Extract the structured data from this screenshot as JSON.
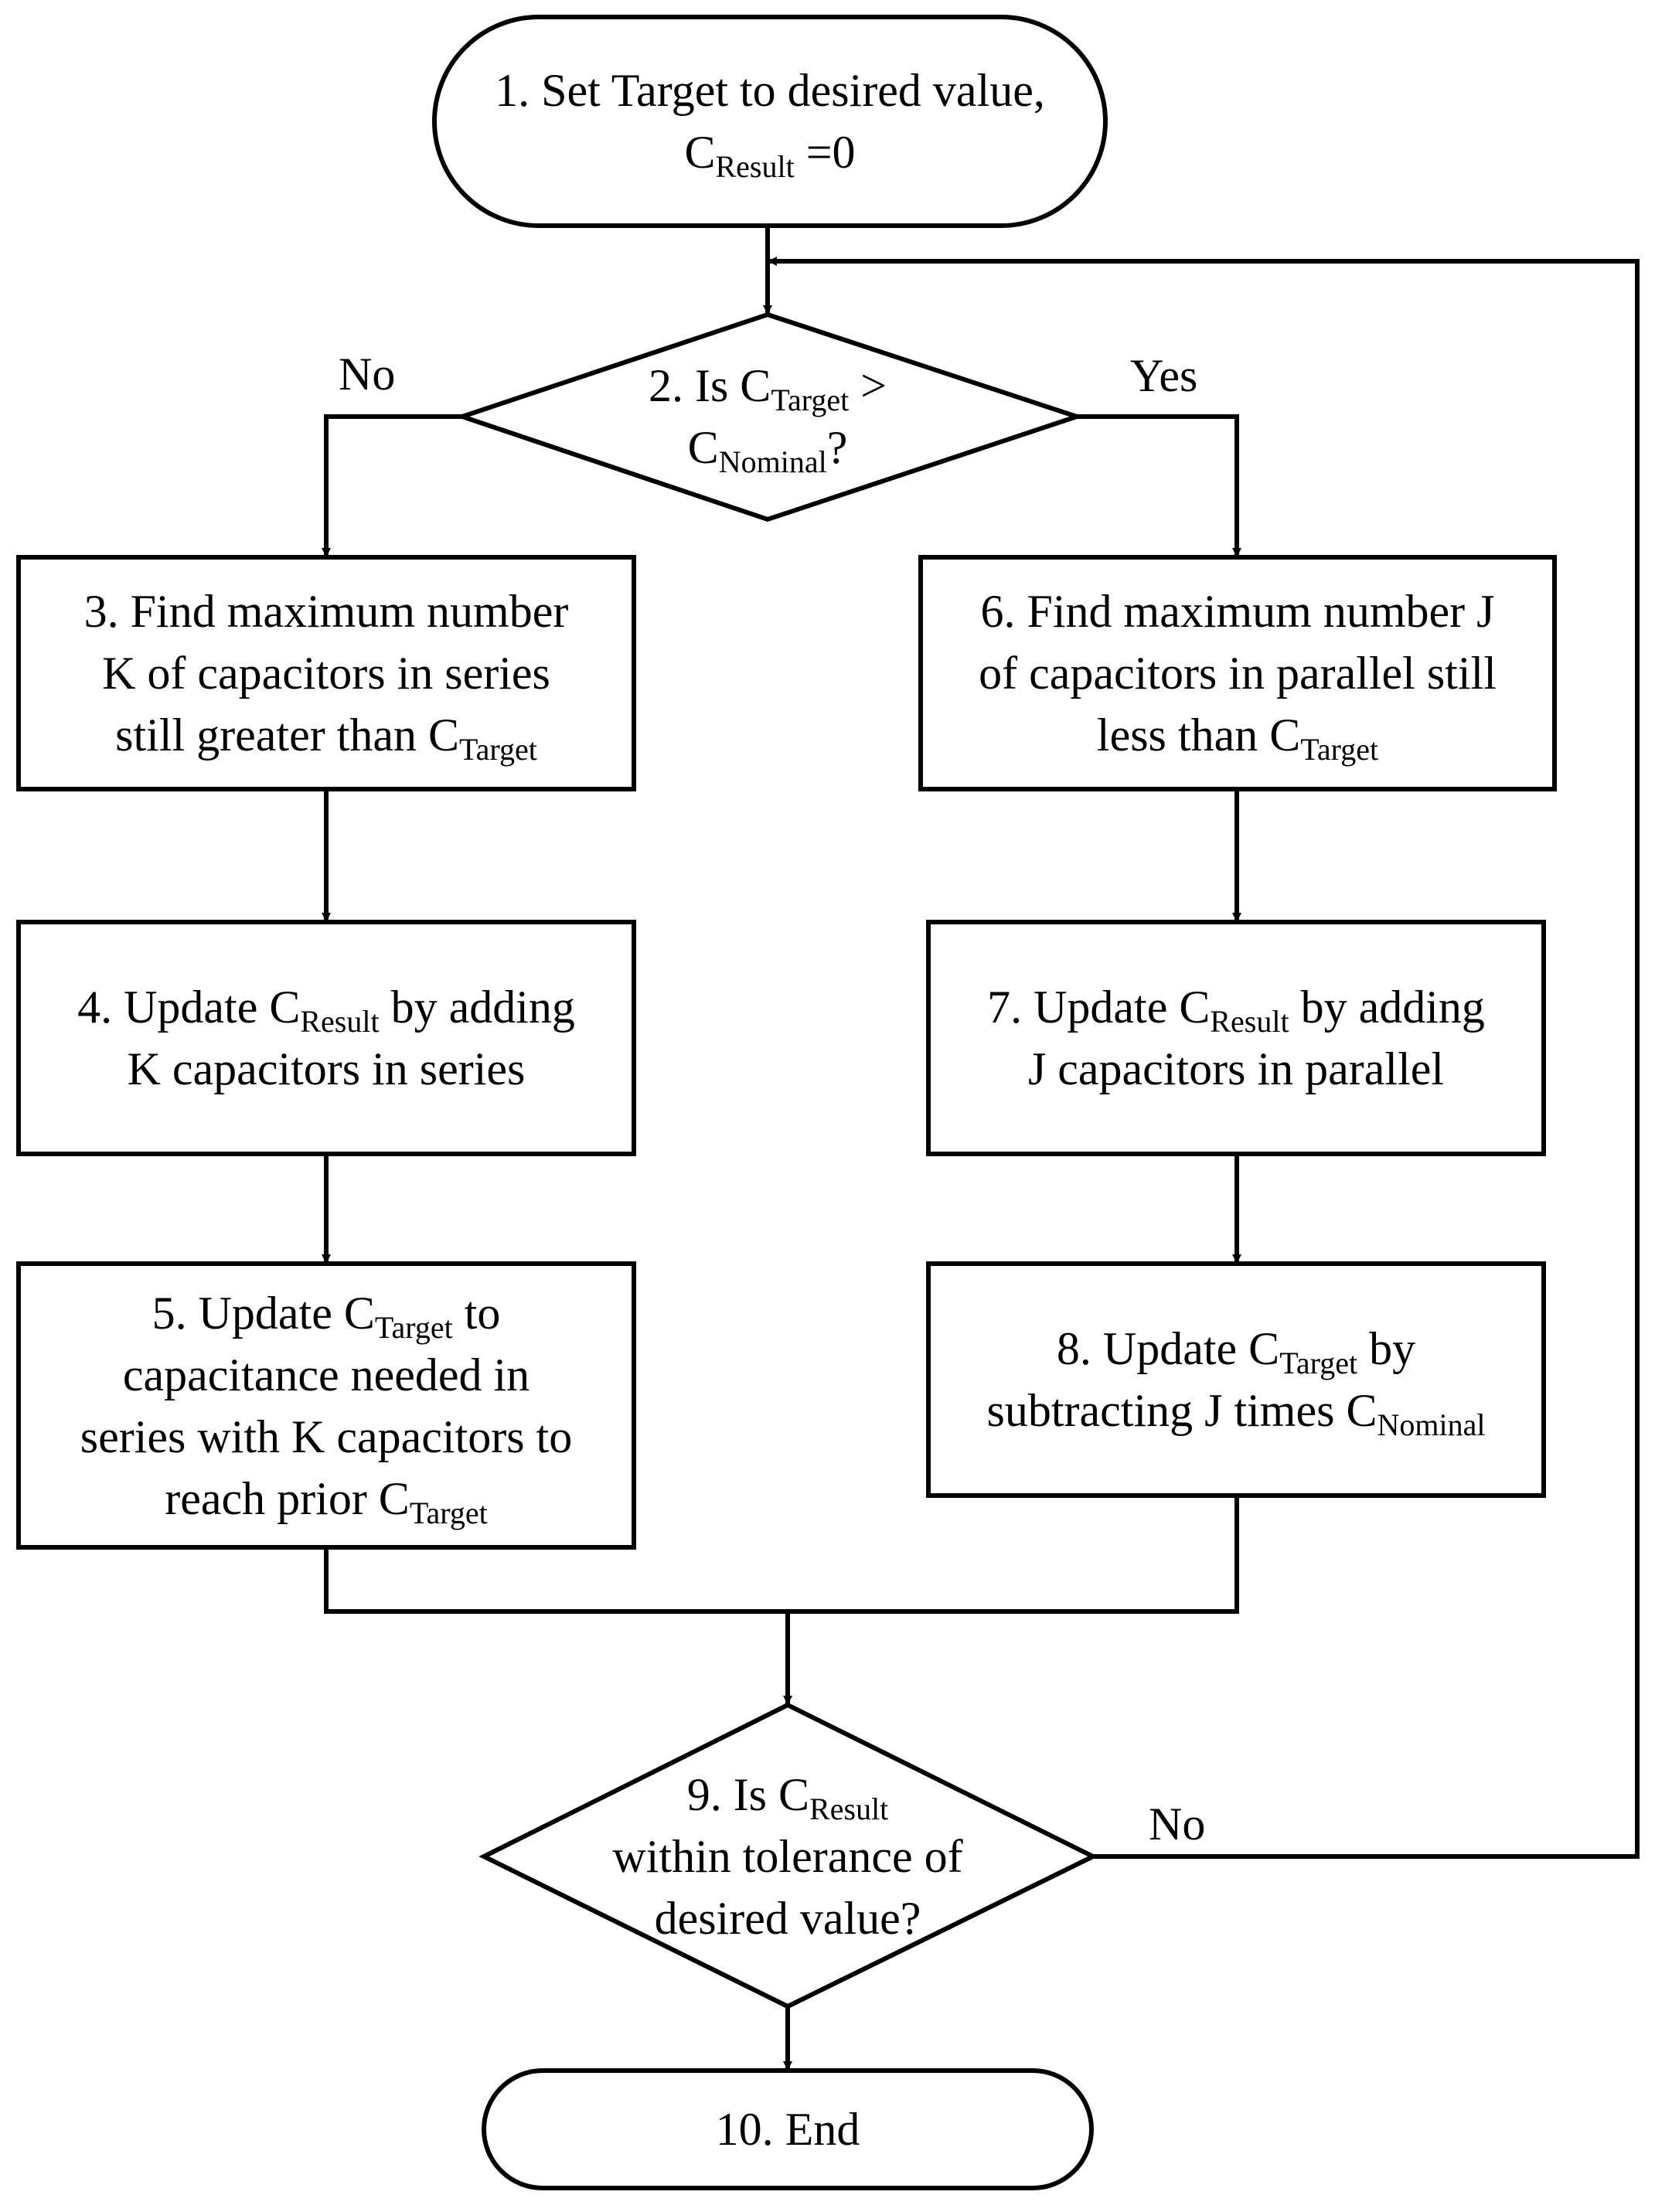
{
  "flowchart": {
    "nodes": [
      {
        "id": "n1",
        "shape": "terminal",
        "lines": [
          [
            {
              "t": "1. Set Target to desired value,"
            }
          ],
          [
            {
              "t": "C"
            },
            {
              "sub": "Result"
            },
            {
              "t": " =0"
            }
          ]
        ]
      },
      {
        "id": "n2",
        "shape": "decision",
        "lines": [
          [
            {
              "t": "2. Is C"
            },
            {
              "sub": "Target"
            },
            {
              "t": " >"
            }
          ],
          [
            {
              "t": "C"
            },
            {
              "sub": "Nominal"
            },
            {
              "t": "?"
            }
          ]
        ]
      },
      {
        "id": "n3",
        "shape": "process",
        "lines": [
          [
            {
              "t": "3. Find maximum number"
            }
          ],
          [
            {
              "t": "K of capacitors in series"
            }
          ],
          [
            {
              "t": "still greater than C"
            },
            {
              "sub": "Target"
            }
          ]
        ]
      },
      {
        "id": "n4",
        "shape": "process",
        "lines": [
          [
            {
              "t": "4. Update C"
            },
            {
              "sub": "Result"
            },
            {
              "t": " by adding"
            }
          ],
          [
            {
              "t": "K capacitors in series"
            }
          ]
        ]
      },
      {
        "id": "n5",
        "shape": "process",
        "lines": [
          [
            {
              "t": "5. Update C"
            },
            {
              "sub": "Target"
            },
            {
              "t": " to"
            }
          ],
          [
            {
              "t": "capacitance needed in"
            }
          ],
          [
            {
              "t": "series with K capacitors to"
            }
          ],
          [
            {
              "t": "reach prior C"
            },
            {
              "sub": "Target"
            }
          ]
        ]
      },
      {
        "id": "n6",
        "shape": "process",
        "lines": [
          [
            {
              "t": "6. Find maximum number J"
            }
          ],
          [
            {
              "t": "of capacitors in parallel still"
            }
          ],
          [
            {
              "t": "less than C"
            },
            {
              "sub": "Target"
            }
          ]
        ]
      },
      {
        "id": "n7",
        "shape": "process",
        "lines": [
          [
            {
              "t": "7. Update C"
            },
            {
              "sub": "Result"
            },
            {
              "t": " by adding"
            }
          ],
          [
            {
              "t": "J capacitors in parallel"
            }
          ]
        ]
      },
      {
        "id": "n8",
        "shape": "process",
        "lines": [
          [
            {
              "t": "8. Update C"
            },
            {
              "sub": "Target"
            },
            {
              "t": " by"
            }
          ],
          [
            {
              "t": "subtracting J times C"
            },
            {
              "sub": "Nominal"
            }
          ]
        ]
      },
      {
        "id": "n9",
        "shape": "decision",
        "lines": [
          [
            {
              "t": "9. Is C"
            },
            {
              "sub": "Result"
            }
          ],
          [
            {
              "t": "within tolerance of"
            }
          ],
          [
            {
              "t": "desired value?"
            }
          ]
        ]
      },
      {
        "id": "n10",
        "shape": "terminal",
        "lines": [
          [
            {
              "t": "10. End"
            }
          ]
        ]
      }
    ],
    "edges": [
      {
        "id": "e1-2",
        "from": "n1",
        "to": "n2",
        "label": ""
      },
      {
        "id": "e2-3",
        "from": "n2",
        "to": "n3",
        "label": "No"
      },
      {
        "id": "e2-6",
        "from": "n2",
        "to": "n6",
        "label": "Yes"
      },
      {
        "id": "e3-4",
        "from": "n3",
        "to": "n4",
        "label": ""
      },
      {
        "id": "e4-5",
        "from": "n4",
        "to": "n5",
        "label": ""
      },
      {
        "id": "e6-7",
        "from": "n6",
        "to": "n7",
        "label": ""
      },
      {
        "id": "e7-8",
        "from": "n7",
        "to": "n8",
        "label": ""
      },
      {
        "id": "e5-9",
        "from": "n5",
        "to": "n9",
        "label": ""
      },
      {
        "id": "e8-9",
        "from": "n8",
        "to": "n9",
        "label": ""
      },
      {
        "id": "e9-2",
        "from": "n9",
        "to": "n2",
        "label": "No"
      },
      {
        "id": "e9-10",
        "from": "n9",
        "to": "n10",
        "label": ""
      }
    ]
  }
}
